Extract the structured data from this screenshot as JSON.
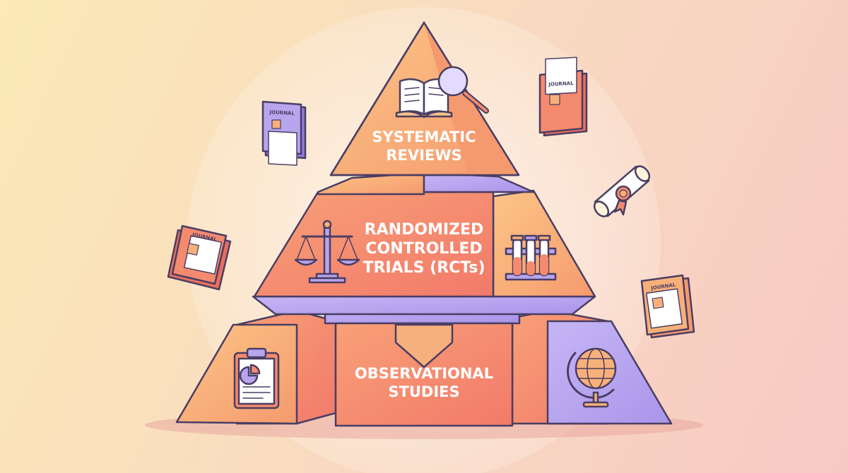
{
  "pyramid": {
    "tiers": [
      {
        "id": "top",
        "lines": [
          "SYSTEMATIC",
          "REVIEWS"
        ]
      },
      {
        "id": "middle",
        "lines": [
          "RANDOMIZED",
          "CONTROLLED",
          "TRIALS (RCTs)"
        ]
      },
      {
        "id": "base",
        "lines": [
          "OBSERVATIONAL",
          "STUDIES"
        ]
      }
    ]
  },
  "journals": {
    "label": "JOURNAL"
  },
  "icons": {
    "top": "open-book-with-magnifier-icon",
    "middle_left": "balance-scale-icon",
    "middle_right": "test-tubes-icon",
    "base_left": "clipboard-pie-chart-icon",
    "base_right": "globe-icon",
    "floating": [
      "journal-icon",
      "diploma-scroll-icon"
    ]
  },
  "colors": {
    "orange": "#f8b07a",
    "coral": "#f48a6e",
    "lavender": "#b7a5ee",
    "outline": "#4a3e63",
    "white": "#ffffff"
  }
}
